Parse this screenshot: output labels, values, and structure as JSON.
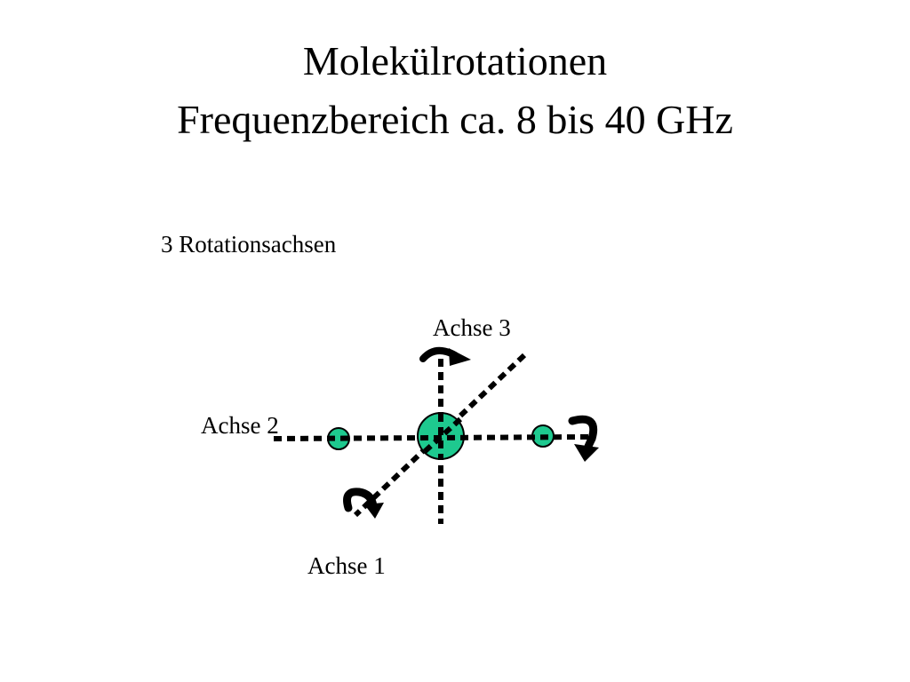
{
  "slide": {
    "title_line_1": "Molekülrotationen",
    "title_line_2": "Frequenzbereich ca. 8 bis 40 GHz",
    "subtitle": "3 Rotationsachsen"
  },
  "diagram": {
    "axes": [
      {
        "label": "Achse 1"
      },
      {
        "label": "Achse 2"
      },
      {
        "label": "Achse 3"
      }
    ],
    "atoms": [
      {
        "name": "left-atom"
      },
      {
        "name": "center-atom"
      },
      {
        "name": "right-atom"
      }
    ],
    "colors": {
      "atom_fill": "#1ec98f",
      "stroke": "#000000",
      "background": "#ffffff"
    },
    "icons": [
      "rotation-arrow-icon"
    ]
  }
}
